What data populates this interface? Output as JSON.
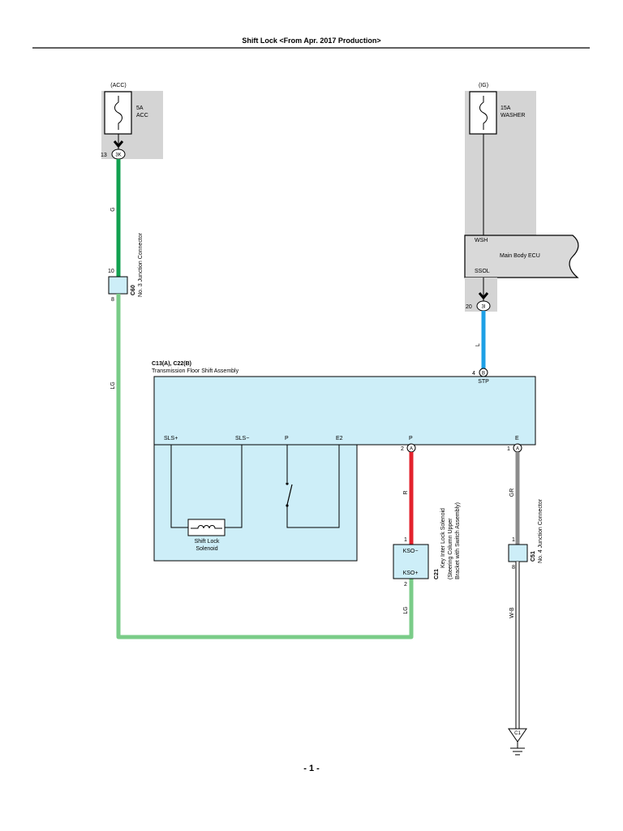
{
  "title": "Shift Lock <From Apr. 2017 Production>",
  "page_number": "- 1 -",
  "colors": {
    "G": "#12a150",
    "LG": "#7acc88",
    "L": "#1ea0e6",
    "R": "#e3222c",
    "GR": "#8c8c8c",
    "component_fill": "#cdeef8",
    "power_block": "#d4d4d4"
  },
  "acc_fuse": {
    "source": "(ACC)",
    "rating": "5A",
    "name": "ACC",
    "pin": "13",
    "connector": "3K"
  },
  "ig_fuse": {
    "source": "(IG)",
    "rating": "15A",
    "name": "WASHER"
  },
  "main_body_ecu": {
    "name": "Main Body ECU",
    "terminal_in": "WSH",
    "terminal_out": "SSOL",
    "pin": "20",
    "connector": "3I"
  },
  "c60": {
    "code": "C60",
    "name": "No. 3 Junction Connector",
    "pin_top": "10",
    "pin_bottom": "8"
  },
  "assembly": {
    "codes": "C13(A), C22(B)",
    "name": "Transmission Floor Shift Assembly",
    "stp_pin": "4",
    "stp_connector": "B",
    "stp_label": "STP",
    "terminals": [
      "SLS+",
      "SLS−",
      "P",
      "E2",
      "P",
      "E"
    ],
    "p_pin": "2",
    "p_connector": "A",
    "e_pin": "1",
    "e_connector": "A",
    "solenoid": [
      "Shift Lock",
      "Solenoid"
    ]
  },
  "c21": {
    "code": "C21",
    "lines": [
      "Key Inter Lock Solenoid",
      "(Steering Column Upper",
      "Bracket with Switch Assembly)"
    ],
    "terminal_top": "KSO−",
    "terminal_bottom": "KSO+",
    "pin_top": "1",
    "pin_bottom": "2"
  },
  "c51": {
    "code": "C51",
    "name": "No. 4 Junction Connector",
    "pin_top": "1",
    "pin_bottom": "8"
  },
  "ground": {
    "code": "C1"
  },
  "wire_labels": {
    "g": "G",
    "lg_left": "LG",
    "l": "L",
    "r": "R",
    "gr": "GR",
    "lg_bottom": "LG",
    "wb": "W-B"
  }
}
